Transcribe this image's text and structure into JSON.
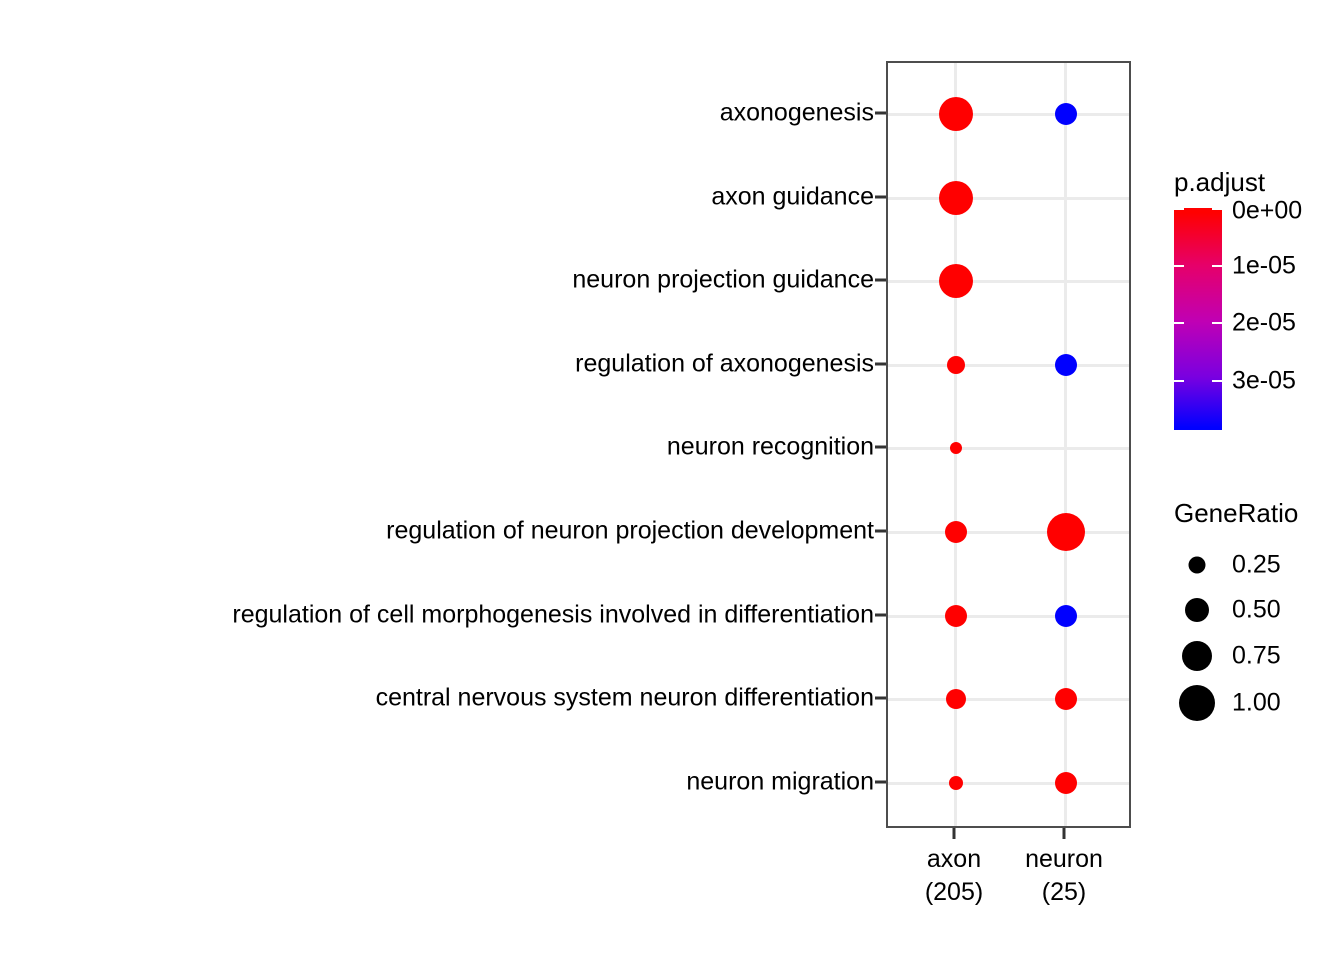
{
  "chart_data": {
    "type": "scatter",
    "title": "",
    "xlabel": "",
    "ylabel": "",
    "grid": true,
    "categories_x": [
      "axon\n(205)",
      "neuron\n(25)"
    ],
    "x_tick_labels": [
      {
        "name": "axon",
        "count": "(205)"
      },
      {
        "name": "neuron",
        "count": "(25)"
      }
    ],
    "y_tick_labels": [
      "axonogenesis",
      "axon guidance",
      "neuron projection guidance",
      "regulation of axonogenesis",
      "neuron recognition",
      "regulation of neuron projection development",
      "regulation of cell morphogenesis involved in differentiation",
      "central nervous system neuron differentiation",
      "neuron migration"
    ],
    "points": [
      {
        "x": "axon",
        "y": "axonogenesis",
        "GeneRatio": 1.0,
        "p.adjust": 0.0,
        "color": "#ff0000",
        "radius": 17
      },
      {
        "x": "neuron",
        "y": "axonogenesis",
        "GeneRatio": 0.5,
        "p.adjust": 3.5e-05,
        "color": "#0000ff",
        "radius": 11
      },
      {
        "x": "axon",
        "y": "axon guidance",
        "GeneRatio": 1.0,
        "p.adjust": 0.0,
        "color": "#ff0000",
        "radius": 17
      },
      {
        "x": "axon",
        "y": "neuron projection guidance",
        "GeneRatio": 1.0,
        "p.adjust": 0.0,
        "color": "#ff0000",
        "radius": 17
      },
      {
        "x": "axon",
        "y": "regulation of axonogenesis",
        "GeneRatio": 0.3,
        "p.adjust": 0.0,
        "color": "#ff0000",
        "radius": 9
      },
      {
        "x": "neuron",
        "y": "regulation of axonogenesis",
        "GeneRatio": 0.45,
        "p.adjust": 3.5e-05,
        "color": "#0000ff",
        "radius": 11
      },
      {
        "x": "axon",
        "y": "neuron recognition",
        "GeneRatio": 0.15,
        "p.adjust": 0.0,
        "color": "#ff0000",
        "radius": 6
      },
      {
        "x": "axon",
        "y": "regulation of neuron projection development",
        "GeneRatio": 0.38,
        "p.adjust": 0.0,
        "color": "#ff0000",
        "radius": 11
      },
      {
        "x": "neuron",
        "y": "regulation of neuron projection development",
        "GeneRatio": 1.15,
        "p.adjust": 0.0,
        "color": "#ff0000",
        "radius": 19
      },
      {
        "x": "axon",
        "y": "regulation of cell morphogenesis involved in differentiation",
        "GeneRatio": 0.38,
        "p.adjust": 0.0,
        "color": "#ff0000",
        "radius": 11
      },
      {
        "x": "neuron",
        "y": "regulation of cell morphogenesis involved in differentiation",
        "GeneRatio": 0.45,
        "p.adjust": 3.5e-05,
        "color": "#0000ff",
        "radius": 11
      },
      {
        "x": "axon",
        "y": "central nervous system neuron differentiation",
        "GeneRatio": 0.35,
        "p.adjust": 0.0,
        "color": "#ff0000",
        "radius": 10
      },
      {
        "x": "neuron",
        "y": "central nervous system neuron differentiation",
        "GeneRatio": 0.42,
        "p.adjust": 0.0,
        "color": "#ff0000",
        "radius": 11
      },
      {
        "x": "axon",
        "y": "neuron migration",
        "GeneRatio": 0.2,
        "p.adjust": 0.0,
        "color": "#ff0000",
        "radius": 7
      },
      {
        "x": "neuron",
        "y": "neuron migration",
        "GeneRatio": 0.42,
        "p.adjust": 0.0,
        "color": "#ff0000",
        "radius": 11
      }
    ],
    "legends": {
      "color": {
        "title": "p.adjust",
        "tick_labels": [
          "0e+00",
          "1e-05",
          "2e-05",
          "3e-05"
        ],
        "tick_values": [
          0.0,
          1e-05,
          2e-05,
          3e-05
        ],
        "range": [
          0.0,
          3.5e-05
        ],
        "color_high": "#0000ff",
        "color_low": "#ff0000",
        "position": "right"
      },
      "size": {
        "title": "GeneRatio",
        "tick_labels": [
          "0.25",
          "0.50",
          "0.75",
          "1.00"
        ],
        "tick_values": [
          0.25,
          0.5,
          0.75,
          1.0
        ],
        "position": "right"
      }
    }
  },
  "panel": {
    "border_color": "#4d4d4d",
    "grid_color": "#ebebeb",
    "background": "#ffffff"
  }
}
